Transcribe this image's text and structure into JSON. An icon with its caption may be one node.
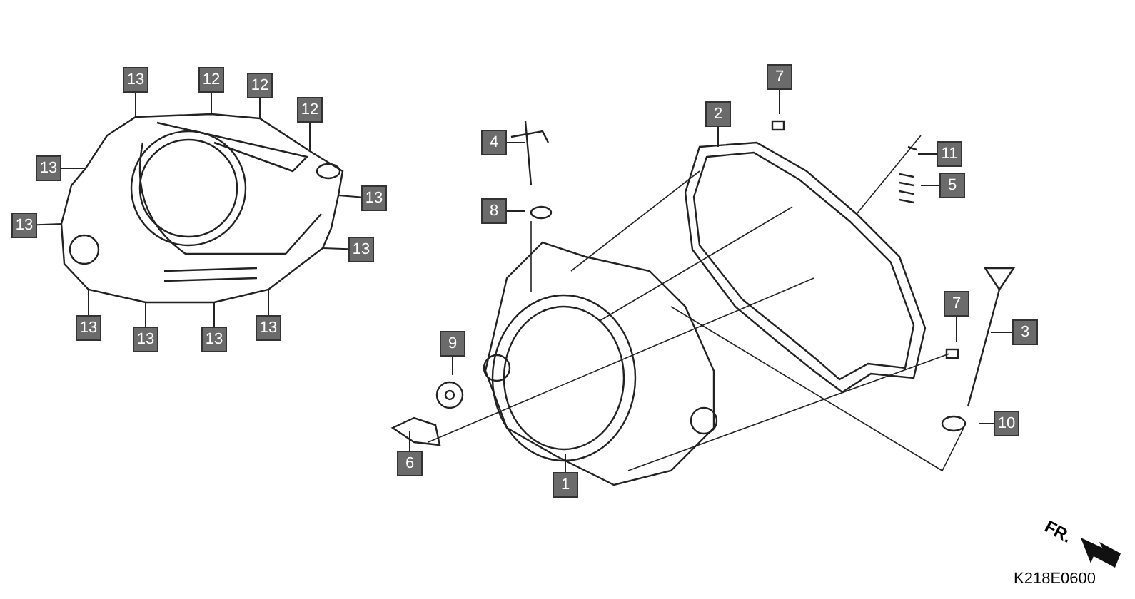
{
  "diagram": {
    "nodes": [
      {
        "text": [
          "13"
        ]
      },
      {
        "text": [
          "12"
        ]
      },
      {
        "text": [
          "12"
        ]
      },
      {
        "text": [
          "12"
        ]
      },
      {
        "text": [
          "13"
        ]
      },
      {
        "text": [
          "13"
        ]
      },
      {
        "text": [
          "13"
        ]
      },
      {
        "text": [
          "13"
        ]
      },
      {
        "text": [
          "13"
        ]
      },
      {
        "text": [
          "13"
        ]
      },
      {
        "text": [
          "13"
        ]
      },
      {
        "text": [
          "13"
        ]
      },
      {
        "text": [
          "7"
        ]
      },
      {
        "text": [
          "2"
        ]
      },
      {
        "text": [
          "4"
        ]
      },
      {
        "text": [
          "11"
        ]
      },
      {
        "text": [
          "5"
        ]
      },
      {
        "text": [
          "8"
        ]
      },
      {
        "text": [
          "7"
        ]
      },
      {
        "text": [
          "3"
        ]
      },
      {
        "text": [
          "9"
        ]
      },
      {
        "text": [
          "10"
        ]
      },
      {
        "text": [
          "6"
        ]
      },
      {
        "text": [
          "1"
        ]
      }
    ],
    "edges": [
      {
        "from": 0,
        "to": null,
        "arrow": "none"
      },
      {
        "from": 1,
        "to": null,
        "arrow": "none"
      },
      {
        "from": 2,
        "to": null,
        "arrow": "none"
      },
      {
        "from": 3,
        "to": null,
        "arrow": "none"
      },
      {
        "from": 4,
        "to": null,
        "arrow": "none"
      },
      {
        "from": 5,
        "to": null,
        "arrow": "none"
      },
      {
        "from": 6,
        "to": null,
        "arrow": "none"
      },
      {
        "from": 7,
        "to": null,
        "arrow": "none"
      },
      {
        "from": 8,
        "to": null,
        "arrow": "none"
      },
      {
        "from": 9,
        "to": null,
        "arrow": "none"
      },
      {
        "from": 10,
        "to": null,
        "arrow": "none"
      },
      {
        "from": 11,
        "to": null,
        "arrow": "none"
      },
      {
        "from": 12,
        "to": null,
        "arrow": "none"
      },
      {
        "from": 13,
        "to": null,
        "arrow": "none"
      },
      {
        "from": 14,
        "to": null,
        "arrow": "none"
      },
      {
        "from": 15,
        "to": null,
        "arrow": "none"
      },
      {
        "from": 16,
        "to": null,
        "arrow": "none"
      },
      {
        "from": 17,
        "to": null,
        "arrow": "none"
      },
      {
        "from": 18,
        "to": null,
        "arrow": "none"
      },
      {
        "from": 19,
        "to": null,
        "arrow": "none"
      },
      {
        "from": 20,
        "to": null,
        "arrow": "none"
      },
      {
        "from": 21,
        "to": null,
        "arrow": "none"
      },
      {
        "from": 22,
        "to": null,
        "arrow": "none"
      },
      {
        "from": 23,
        "to": null,
        "arrow": "none"
      }
    ],
    "labels": [
      "FR.",
      "K218E0600"
    ]
  }
}
